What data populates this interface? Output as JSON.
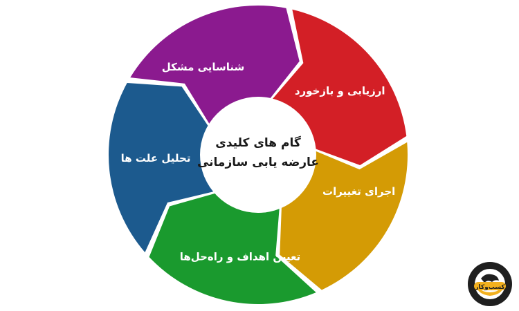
{
  "diagram": {
    "center": {
      "line1": "گام های کلیدی",
      "line2": "عارضه یابی سازمانی"
    },
    "segments": [
      {
        "label": "شناسایی مشکل",
        "color": "#8b1a8f"
      },
      {
        "label": "ارزیابی و بازخورد",
        "color": "#d31f26"
      },
      {
        "label": "اجرای تغییرات",
        "color": "#d49b05"
      },
      {
        "label": "تعیین اهداف و راه‌حل‌ها",
        "color": "#1a9a2e"
      },
      {
        "label": "تحلیل علت ها",
        "color": "#1c5a8e"
      }
    ]
  },
  "logo": {
    "text": "کسب‌وکار",
    "icon": "globe-logo-icon",
    "colors": {
      "badge": "#1f1f1f",
      "accent": "#f2b01e"
    }
  }
}
